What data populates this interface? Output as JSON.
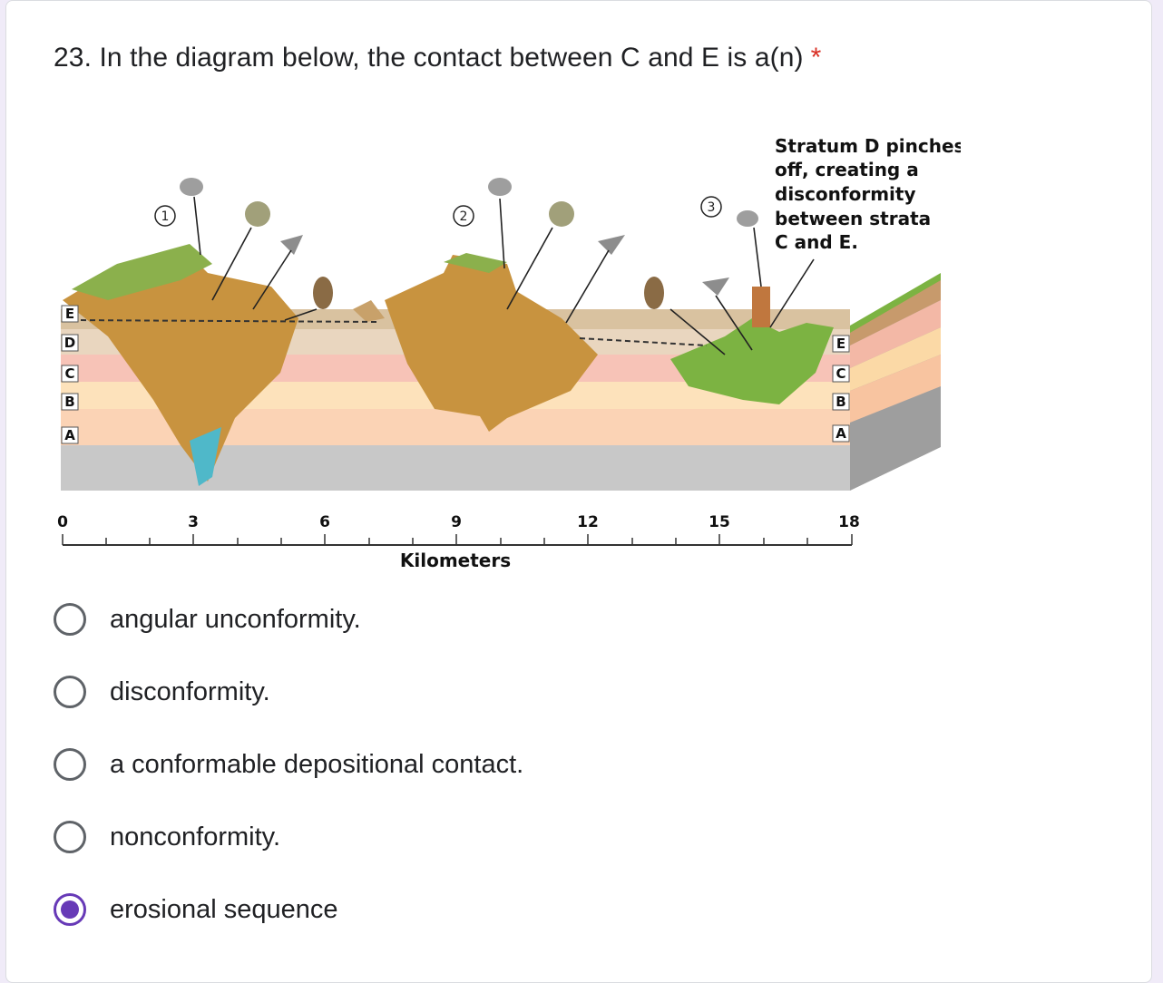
{
  "question": {
    "text": "23. In the diagram below, the contact between C and E is a(n)",
    "required_marker": "*",
    "required_color": "#d93025"
  },
  "figure": {
    "annotation": [
      "Stratum D pinches",
      "off, creating a",
      "disconformity",
      "between strata",
      "C and E."
    ],
    "left_strata": [
      "E",
      "D",
      "C",
      "B",
      "A"
    ],
    "right_strata": [
      "E",
      "C",
      "B",
      "A"
    ],
    "locations": [
      "1",
      "2",
      "3"
    ],
    "scale_ticks": [
      "0",
      "3",
      "6",
      "9",
      "12",
      "15",
      "18"
    ],
    "scale_label": "Kilometers"
  },
  "options": [
    {
      "label": "angular unconformity.",
      "selected": false
    },
    {
      "label": "disconformity.",
      "selected": false
    },
    {
      "label": "a conformable depositional contact.",
      "selected": false
    },
    {
      "label": "nonconformity.",
      "selected": false
    },
    {
      "label": "erosional sequence",
      "selected": true
    }
  ],
  "accent_color": "#673ab7"
}
